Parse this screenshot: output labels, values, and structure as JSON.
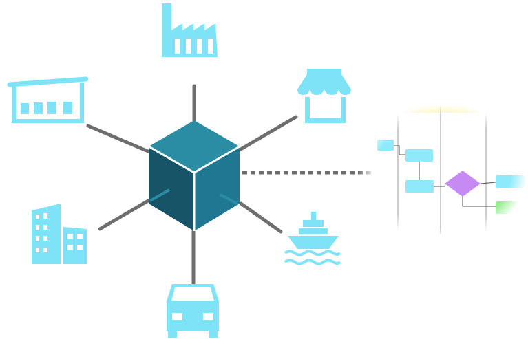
{
  "colors": {
    "icon": "#7fe3f8",
    "connector": "#6e6e6e",
    "cube_top": "#2b8da3",
    "cube_left": "#185468",
    "cube_right": "#1f7791",
    "cube_edge": "#ffffff",
    "flow_box": "#8eeafa",
    "flow_decision": "#c58bf2",
    "flow_end": "#93ee8f",
    "flow_header": "#fbf5b5"
  },
  "hub": {
    "icon": "cube-icon"
  },
  "nodes": [
    {
      "id": "factory",
      "icon": "factory-icon"
    },
    {
      "id": "warehouse",
      "icon": "warehouse-icon"
    },
    {
      "id": "store",
      "icon": "store-icon"
    },
    {
      "id": "office",
      "icon": "office-building-icon"
    },
    {
      "id": "ship",
      "icon": "ship-icon"
    },
    {
      "id": "truck",
      "icon": "truck-icon"
    }
  ],
  "connectors": {
    "flowchart": "dashed"
  },
  "flowchart": {
    "icon": "flowchart-thumbnail",
    "lanes": 2,
    "steps": [
      "process",
      "process",
      "process",
      "decision",
      "process",
      "end"
    ]
  }
}
